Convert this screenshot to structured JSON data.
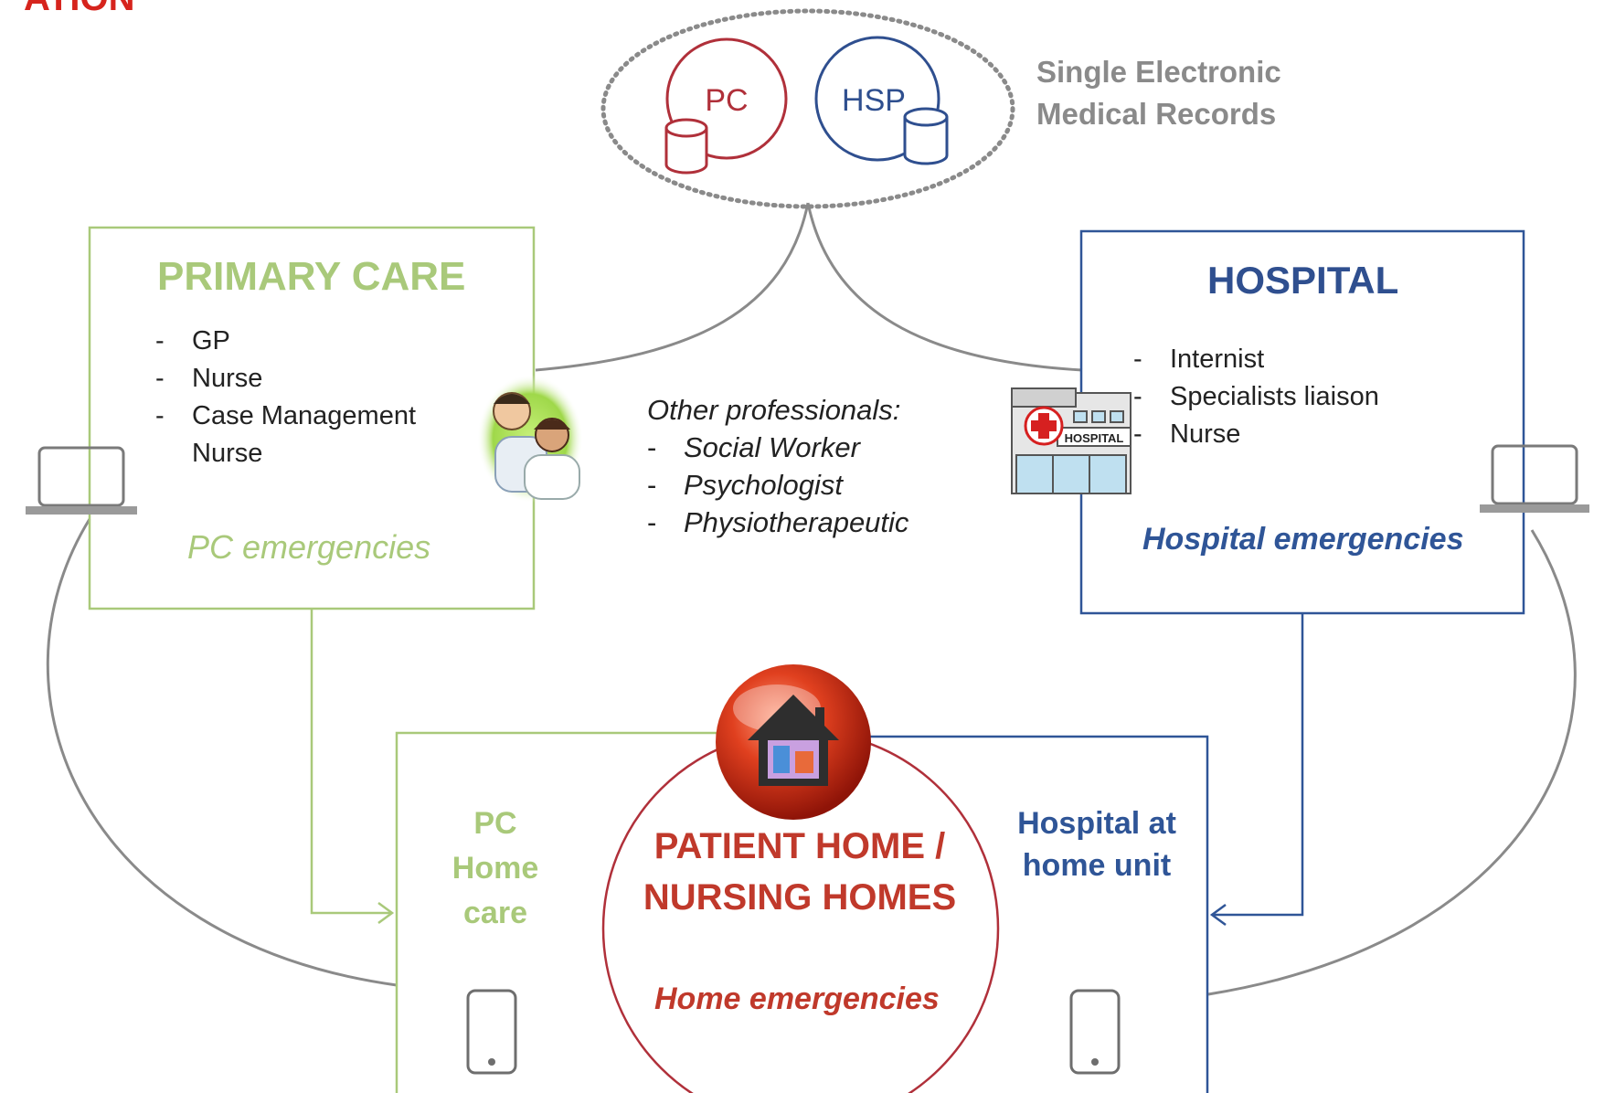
{
  "header_fragment": "ATION",
  "records": {
    "pc_label": "PC",
    "hsp_label": "HSP",
    "title_line1": "Single Electronic",
    "title_line2": "Medical Records"
  },
  "primary_care": {
    "title": "PRIMARY CARE",
    "items": [
      "GP",
      "Nurse",
      "Case Management"
    ],
    "item_continuation": "Nurse",
    "emergencies": "PC emergencies"
  },
  "hospital": {
    "title": "HOSPITAL",
    "items": [
      "Internist",
      "Specialists liaison",
      "Nurse"
    ],
    "emergencies": "Hospital emergencies",
    "sign_text": "HOSPITAL"
  },
  "other_professionals": {
    "heading": "Other professionals:",
    "items": [
      "Social Worker",
      "Psychologist",
      "Physiotherapeutic"
    ]
  },
  "home": {
    "pc_home_care": [
      "PC",
      "Home",
      "care"
    ],
    "hospital_at_home": [
      "Hospital at",
      "home unit"
    ],
    "patient_home": [
      "PATIENT HOME /",
      "NURSING HOMES"
    ],
    "emergencies": "Home emergencies"
  },
  "colors": {
    "primary_care": "#a9c97a",
    "hospital": "#2f5597",
    "home": "#c0392b",
    "connector": "#8a8a8a",
    "pc_record": "#b0303a",
    "hsp_record": "#2f4f8f"
  },
  "icons": [
    "laptop-icon",
    "doctor-nurse-icon",
    "hospital-building-icon",
    "house-icon",
    "phone-icon",
    "database-icon"
  ]
}
